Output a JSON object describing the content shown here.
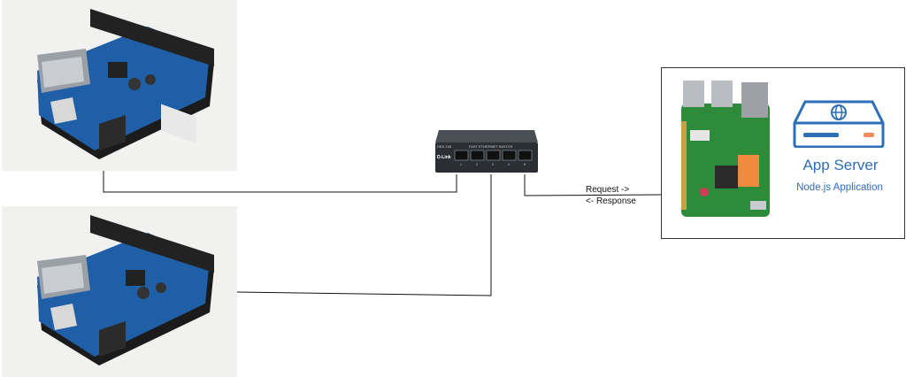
{
  "devices": {
    "board_top": {
      "type": "arduino-ethernet-shield"
    },
    "board_bottom": {
      "type": "arduino-ethernet-shield"
    },
    "switch": {
      "brand": "D-Link",
      "model": "DES-105",
      "caption": "FAST ETHERNET SWITCH",
      "ports": [
        "1",
        "2",
        "3",
        "4",
        "5"
      ]
    }
  },
  "server": {
    "title": "App Server",
    "subtitle": "Node.js Application",
    "accent": "#2d6fb6",
    "icon": "server-globe-icon"
  },
  "connection": {
    "request_label": "Request ->",
    "response_label": "<- Response"
  },
  "colors": {
    "pcb_blue": "#1f5fa8",
    "pi_green": "#2e8b3a",
    "line": "#111111"
  }
}
